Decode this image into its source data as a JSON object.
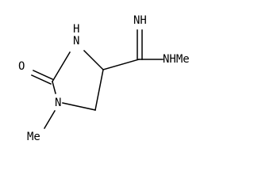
{
  "molecule": {
    "atoms": {
      "carbonyl_oxygen": "O",
      "ring_nitrogen_nh": "N",
      "ring_nitrogen_hydrogen": "H",
      "ring_nitrogen_n1": "N",
      "n_methyl": "Me",
      "imine": "NH",
      "amidine_nitrogen": "NHMe"
    },
    "colors": {
      "bond": "#000000",
      "label": "#000000",
      "background": "#ffffff"
    }
  }
}
